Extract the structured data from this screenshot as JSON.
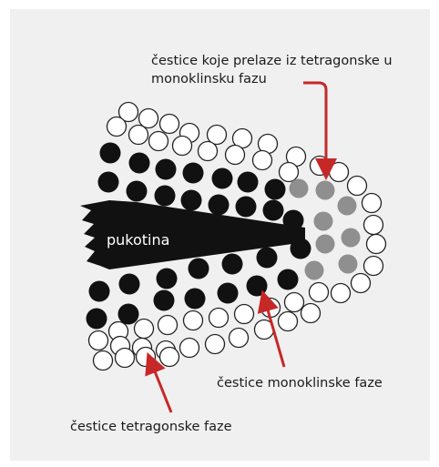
{
  "labels": {
    "transforming_line1": "čestice koje prelaze iz tetragonske u",
    "transforming_line2": "monoklinsku fazu",
    "crack": "pukotina",
    "monoclinic": "čestice monoklinske faze",
    "tetragonal": "čestice tetragonske faze"
  },
  "colors": {
    "panel": "#f0f0f0",
    "tetragonal_fill": "#ffffff",
    "particle_stroke": "#222222",
    "monoclinic_fill": "#111111",
    "transforming_fill": "#8f8f8f",
    "crack_fill": "#111111",
    "arrow": "#c62828"
  }
}
